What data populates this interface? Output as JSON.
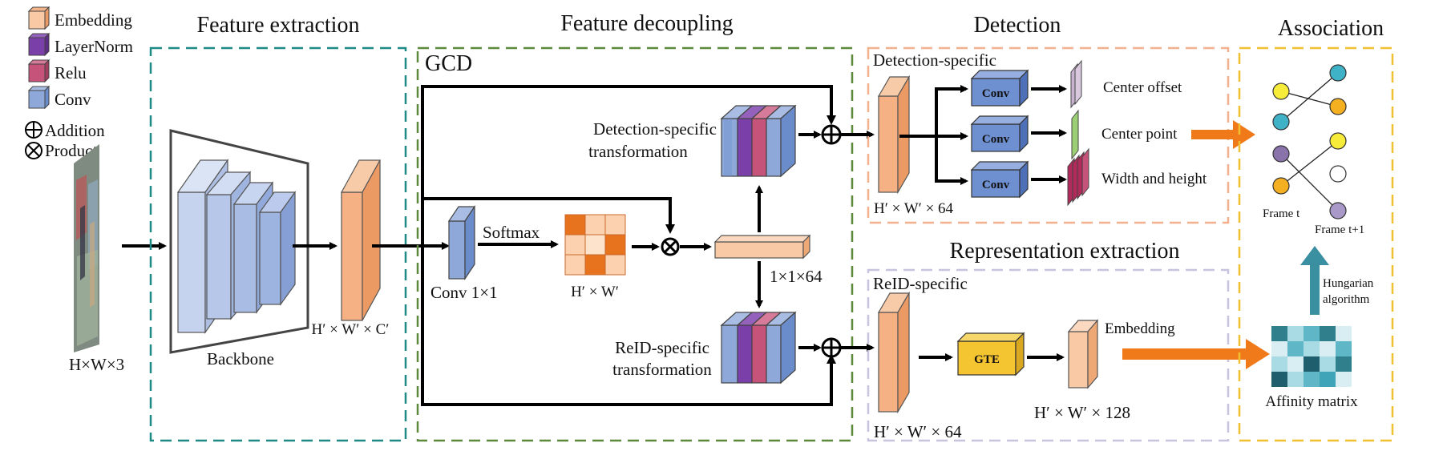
{
  "legend": {
    "embedding": "Embedding",
    "layernorm": "LayerNorm",
    "relu": "Relu",
    "conv": "Conv",
    "addition": "Addition",
    "product": "Product"
  },
  "colors": {
    "embedding": "#f8c9a4",
    "embedding_dark": "#f2a26b",
    "layernorm": "#7a3fa8",
    "relu": "#c6537a",
    "conv": "#8ea8da",
    "conv_dark": "#5b7fc6",
    "feature_extraction_border": "#1e8a86",
    "feature_decoupling_border": "#5c8a3a",
    "detection_border": "#f2b08c",
    "representation_border": "#c9c3e0",
    "association_border": "#f0c030",
    "arrow_orange": "#f07a1a",
    "arrow_teal": "#3a8fa0",
    "gte": "#f5c431"
  },
  "sections": {
    "feature_extraction": "Feature extraction",
    "feature_decoupling": "Feature decoupling",
    "detection": "Detection",
    "association": "Association",
    "representation_extraction": "Representation extraction",
    "gcd": "GCD",
    "detection_specific": "Detection-specific",
    "reid_specific": "ReID-specific"
  },
  "labels": {
    "input_size": "H×W×3",
    "backbone": "Backbone",
    "feature_size": "H′ × W′ × C′",
    "conv_1x1": "Conv 1×1",
    "softmax": "Softmax",
    "attention_size": "H′ × W′",
    "vector_size": "1×1×64",
    "det_transform_line1": "Detection-specific",
    "det_transform_line2": "transformation",
    "reid_transform_line1": "ReID-specific",
    "reid_transform_line2": "transformation",
    "det_feature_size": "H′ × W′ × 64",
    "reid_feature_size": "H′ × W′ × 64",
    "embedding_size": "H′ × W′ × 128",
    "conv_box": "Conv",
    "gte": "GTE",
    "center_offset": "Center offset",
    "center_point": "Center point",
    "width_height": "Width and height",
    "embedding": "Embedding",
    "frame_t": "Frame t",
    "frame_t1": "Frame t+1",
    "hungarian_line1": "Hungarian",
    "hungarian_line2": "algorithm",
    "affinity_matrix": "Affinity matrix"
  }
}
